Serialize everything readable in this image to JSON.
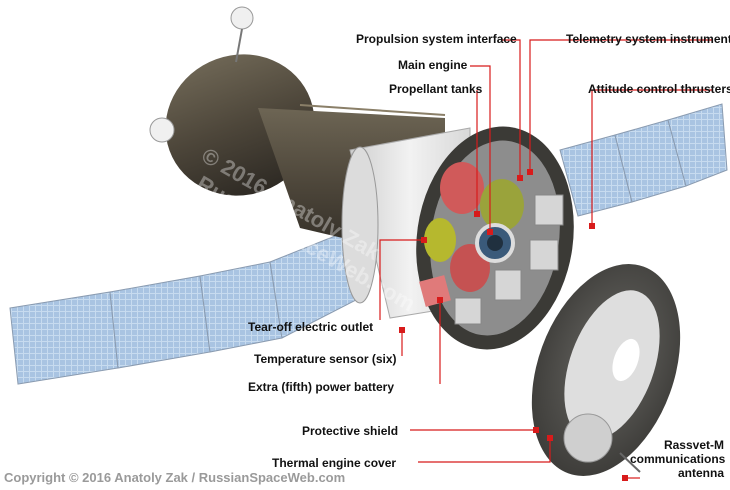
{
  "labels": {
    "propulsion_interface": "Propulsion system interface",
    "telemetry": "Telemetry system instruments",
    "main_engine": "Main engine",
    "propellant_tanks": "Propellant tanks",
    "attitude_thrusters": "Attitude control thrusters",
    "tearoff_outlet": "Tear-off electric outlet",
    "temperature_sensor": "Temperature sensor (six)",
    "power_battery": "Extra (fifth) power battery",
    "protective_shield": "Protective shield",
    "thermal_cover": "Thermal engine cover",
    "rassvet_line1": "Rassvet-M",
    "rassvet_line2": "communications",
    "rassvet_line3": "antenna"
  },
  "copyright": "Copyright © 2016 Anatoly Zak / RussianSpaceWeb.com",
  "watermark": {
    "line1": "© 2016 Anatoly Zak",
    "line2": "RussianSpaceWeb.com"
  },
  "colors": {
    "leader": "#d81b1b",
    "panel": "#bcd3ea",
    "hull": "#5a5346",
    "shield": "#4b4a47"
  }
}
